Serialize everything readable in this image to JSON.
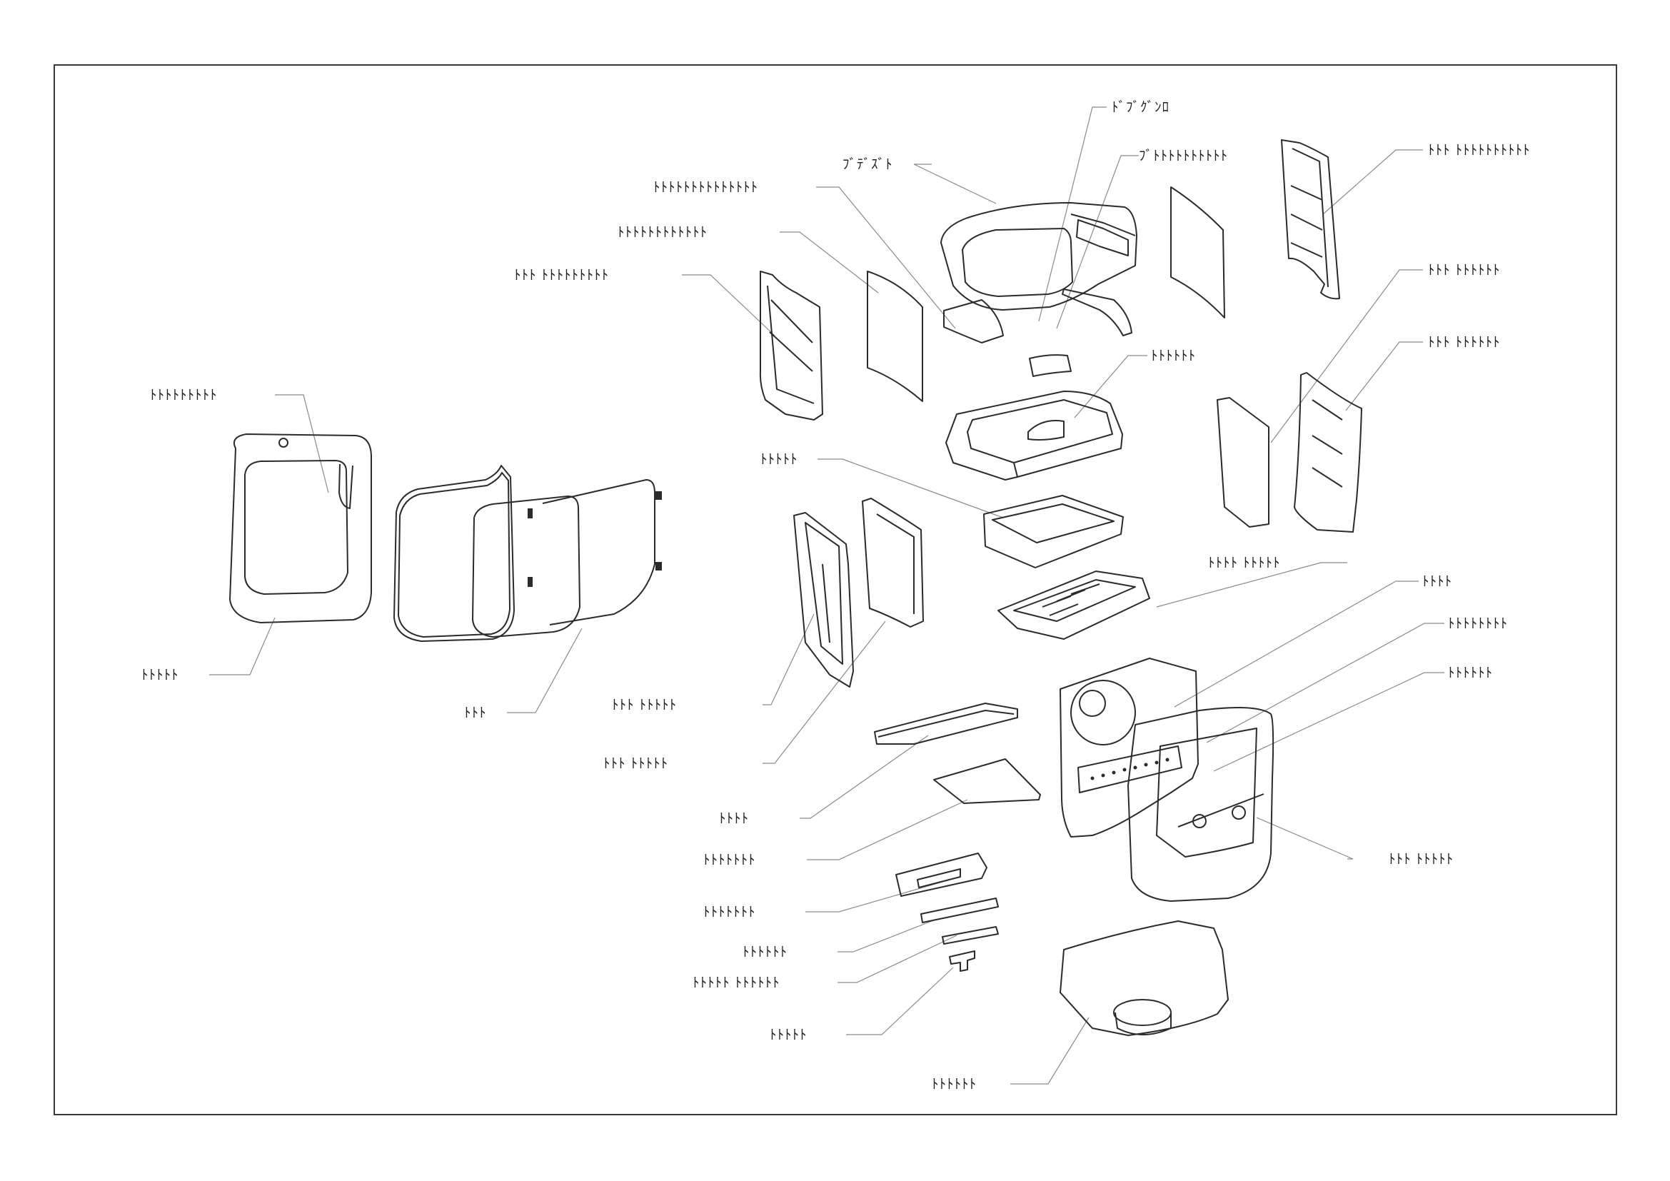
{
  "drawing": {
    "frame_color": "#3a3a3a",
    "part_line_color": "#2b2b2b",
    "leader_color": "#8a8a8a",
    "background": "#ffffff"
  },
  "labels": [
    {
      "id": "top-lid-hinge",
      "text": "ﾄﾞﾌﾞｸﾞﾝﾛ"
    },
    {
      "id": "upper-cover",
      "text": "ﾌﾞﾃﾞｽﾞﾄ"
    },
    {
      "id": "lid-sensor-shaft",
      "text": "ﾌﾞﾄﾄﾄﾄﾄﾄﾄﾄﾄﾄ"
    },
    {
      "id": "lid-flap-lower",
      "text": "ﾄﾄﾄﾄﾄﾄﾄﾄﾄﾄﾄﾄﾄﾄ"
    },
    {
      "id": "side-panel-right-1",
      "text": "ﾄﾄﾄ ﾄﾄﾄﾄﾄﾄﾄﾄﾄﾄ"
    },
    {
      "id": "side-panel-left-filter",
      "text": "ﾄﾄﾄﾄﾄﾄﾄﾄﾄﾄﾄﾄ"
    },
    {
      "id": "side-panel-left-1",
      "text": "ﾄﾄﾄ ﾄﾄﾄﾄﾄﾄﾄﾄﾄ"
    },
    {
      "id": "side-panel-right-2",
      "text": "ﾄﾄﾄ ﾄﾄﾄﾄﾄﾄ"
    },
    {
      "id": "side-panel-right-3",
      "text": "ﾄﾄﾄ ﾄﾄﾄﾄﾄﾄ"
    },
    {
      "id": "frame-mount",
      "text": "ﾄﾄﾄﾄﾄﾄ"
    },
    {
      "id": "front-window-frame",
      "text": "ﾄﾄﾄﾄﾄﾄﾄﾄﾄ"
    },
    {
      "id": "inner-tray",
      "text": "ﾄﾄﾄﾄﾄ"
    },
    {
      "id": "mesh-grate",
      "text": "ﾄﾄﾄﾄ ﾄﾄﾄﾄﾄ"
    },
    {
      "id": "control-panel",
      "text": "ﾄﾄﾄﾄ"
    },
    {
      "id": "panel-display",
      "text": "ﾄﾄﾄﾄﾄﾄﾄﾄ"
    },
    {
      "id": "panel-bracket",
      "text": "ﾄﾄﾄﾄﾄﾄ"
    },
    {
      "id": "front-bezel",
      "text": "ﾄﾄﾄﾄﾄ"
    },
    {
      "id": "glass",
      "text": "ﾄﾄﾄ"
    },
    {
      "id": "left-side-1",
      "text": "ﾄﾄﾄ ﾄﾄﾄﾄﾄ"
    },
    {
      "id": "left-side-2",
      "text": "ﾄﾄﾄ ﾄﾄﾄﾄﾄ"
    },
    {
      "id": "drip-tray",
      "text": "ﾄﾄﾄﾄ"
    },
    {
      "id": "door-skin",
      "text": "ﾄﾄﾄ ﾄﾄﾄﾄﾄ"
    },
    {
      "id": "drip-deflector",
      "text": "ﾄﾄﾄﾄﾄﾄﾄ"
    },
    {
      "id": "handle",
      "text": "ﾄﾄﾄﾄﾄﾄﾄ"
    },
    {
      "id": "latch-plate",
      "text": "ﾄﾄﾄﾄﾄﾄ"
    },
    {
      "id": "latch-clip",
      "text": "ﾄﾄﾄﾄﾄ ﾄﾄﾄﾄﾄﾄ"
    },
    {
      "id": "latch-key",
      "text": "ﾄﾄﾄﾄﾄ"
    },
    {
      "id": "base-dish",
      "text": "ﾄﾄﾄﾄﾄﾄ"
    }
  ]
}
